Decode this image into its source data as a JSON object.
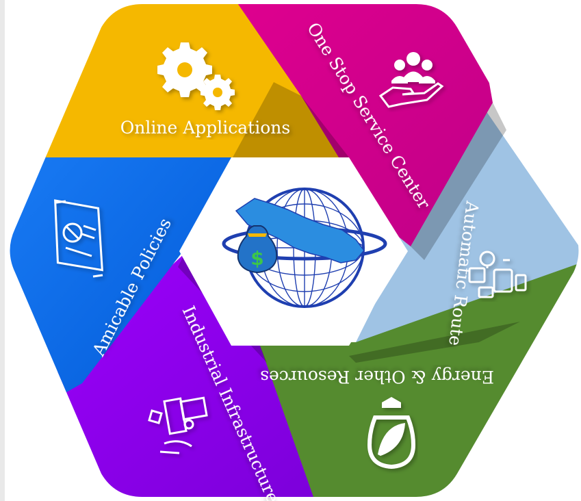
{
  "diagram": {
    "segments": [
      {
        "id": "online-applications",
        "label": "Online Applications",
        "color": "#f5b800",
        "icon": "gears-icon"
      },
      {
        "id": "one-stop-service-center",
        "label": "One Stop Service Center",
        "color": "#d4008f",
        "icon": "people-hand-icon"
      },
      {
        "id": "automatic-route",
        "label": "Automatic Route",
        "color": "#9fc3e4",
        "icon": "workflow-devices-icon"
      },
      {
        "id": "energy-resources",
        "label": "Energy & Other Resources",
        "color": "#558b2f",
        "icon": "leaf-bulb-icon"
      },
      {
        "id": "industrial-infrastructures",
        "label": "Industrial Infrastructures",
        "color": "#8a00e6",
        "icon": "factory-icon"
      },
      {
        "id": "amicable-policies",
        "label": "Amicable Policies",
        "color": "#0a6ef0",
        "icon": "policy-scroll-icon"
      }
    ],
    "center": {
      "icon": "nepal-globe-money-icon",
      "globe_color": "#1f3fb0",
      "map_color": "#2b8de0",
      "bag_color": "#2373c8",
      "dollar_color": "#3cc64a"
    }
  }
}
